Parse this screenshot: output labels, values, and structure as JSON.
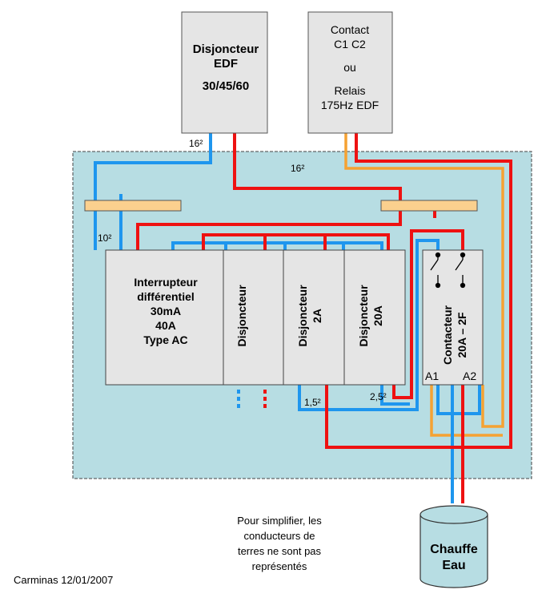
{
  "edf_breaker": {
    "line1": "Disjoncteur",
    "line2": "EDF",
    "rating": "30/45/60"
  },
  "contact_box": {
    "line1": "Contact",
    "line2": "C1 C2",
    "line3": "ou",
    "line4": "Relais",
    "line5": "175Hz EDF"
  },
  "wire_labels": {
    "edf_out": "16²",
    "main_section": "16²",
    "bus_drop": "10²",
    "circuit_a": "1,5²",
    "circuit_b": "2,5²"
  },
  "rcd": {
    "line1": "Interrupteur",
    "line2": "différentiel",
    "line3": "30mA",
    "line4": "40A",
    "line5": "Type AC"
  },
  "breakers": [
    {
      "line1": "Disjoncteur",
      "line2": ""
    },
    {
      "line1": "Disjoncteur",
      "line2": "2A"
    },
    {
      "line1": "Disjoncteur",
      "line2": "20A"
    }
  ],
  "contactor": {
    "line1": "Contacteur",
    "line2": "20A – 2F",
    "coil_a1": "A1",
    "coil_a2": "A2"
  },
  "water_heater": {
    "line1": "Chauffe",
    "line2": "Eau"
  },
  "note": {
    "line1": "Pour simplifier, les",
    "line2": "conducteurs de",
    "line3": "terres ne sont pas",
    "line4": "représentés"
  },
  "signature": "Carminas 12/01/2007",
  "colors": {
    "panel": "#b7dde3",
    "box": "#e5e5e5",
    "bar": "#fbd08e",
    "neutral": "#1e96ee",
    "phase": "#ee1111",
    "control": "#f5a232"
  }
}
